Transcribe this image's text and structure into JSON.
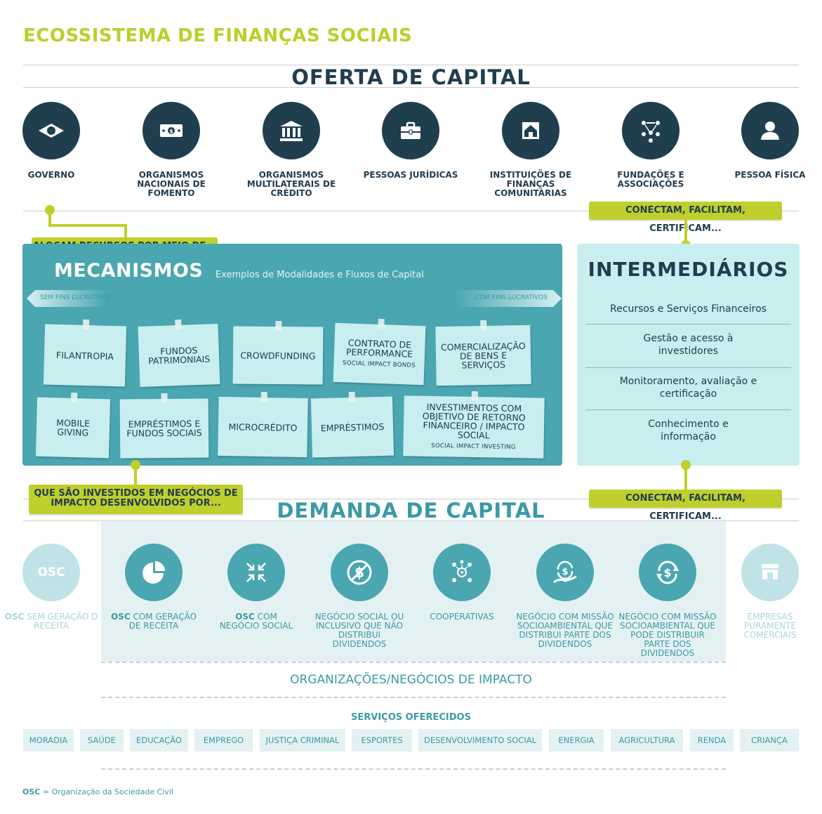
{
  "title": "ECOSSISTEMA DE FINANÇAS SOCIAIS",
  "offer": {
    "title": "OFERTA DE CAPITAL",
    "items": [
      {
        "label": "GOVERNO",
        "icon": "brazil-flag-icon"
      },
      {
        "label": "ORGANISMOS NACIONAIS DE FOMENTO",
        "icon": "money-bill-icon"
      },
      {
        "label": "ORGANISMOS MULTILATERAIS DE CRÉDITO",
        "icon": "bank-building-icon"
      },
      {
        "label": "PESSOAS JURÍDICAS",
        "icon": "briefcase-icon"
      },
      {
        "label": "INSTITUIÇÕES DE FINANÇAS COMUNITÁRIAS",
        "icon": "community-building-icon"
      },
      {
        "label": "FUNDAÇÕES E ASSOCIAÇÕES",
        "icon": "network-people-icon"
      },
      {
        "label": "PESSOA FÍSICA",
        "icon": "person-icon"
      }
    ]
  },
  "callouts": {
    "allocate": "ALOCAM RECURSOS POR MEIO DE...",
    "connect_top": "CONECTAM, FACILITAM, CERTIFICAM...",
    "connect_bottom": "CONECTAM, FACILITAM, CERTIFICAM...",
    "invested": "QUE SÃO INVESTIDOS EM NEGÓCIOS DE IMPACTO DESENVOLVIDOS POR..."
  },
  "mechanisms": {
    "title": "MECANISMOS",
    "subtitle": "Exemplos de Modalidades e Fluxos de Capital",
    "arrow_left": "SEM FINS LUCRATIVOS",
    "arrow_right": "COM FINS LUCRATIVOS",
    "notes": [
      {
        "label": "FILANTROPIA",
        "sub": ""
      },
      {
        "label": "FUNDOS PATRIMONIAIS",
        "sub": ""
      },
      {
        "label": "CROWDFUNDING",
        "sub": ""
      },
      {
        "label": "CONTRATO DE PERFORMANCE",
        "sub": "SOCIAL IMPACT BONDS"
      },
      {
        "label": "COMERCIALIZAÇÃO DE BENS E SERVIÇOS",
        "sub": ""
      },
      {
        "label": "MOBILE GIVING",
        "sub": ""
      },
      {
        "label": "EMPRÉSTIMOS E FUNDOS SOCIAIS",
        "sub": ""
      },
      {
        "label": "MICROCRÉDITO",
        "sub": ""
      },
      {
        "label": "EMPRÉSTIMOS",
        "sub": ""
      },
      {
        "label": "INVESTIMENTOS COM OBJETIVO DE RETORNO FINANCEIRO / IMPACTO SOCIAL",
        "sub": "SOCIAL IMPACT INVESTING"
      }
    ]
  },
  "intermediaries": {
    "title": "INTERMEDIÁRIOS",
    "items": [
      "Recursos e Serviços Financeiros",
      "Gestão e acesso à investidores",
      "Monitoramento, avaliação e certificação",
      "Conhecimento e informação"
    ]
  },
  "demand": {
    "title": "DEMANDA DE CAPITAL",
    "items": [
      {
        "bold": "OSC",
        "rest": "SEM GERAÇÃO D RECEITA",
        "icon": "osc-text-icon",
        "style": "light",
        "circle_text": "OSC"
      },
      {
        "bold": "OSC",
        "rest": "COM GERAÇÃO DE RECEITA",
        "icon": "pie-chart-icon",
        "style": "teal",
        "circle_text": ""
      },
      {
        "bold": "OSC",
        "rest": "COM NEGÓCIO SOCIAL",
        "icon": "arrows-inward-icon",
        "style": "teal",
        "circle_text": ""
      },
      {
        "bold": "",
        "rest": "NEGÓCIO SOCIAL OU INCLUSIVO QUE NÃO DISTRIBUI DIVIDENDOS",
        "icon": "no-dollar-icon",
        "style": "teal",
        "circle_text": ""
      },
      {
        "bold": "",
        "rest": "COOPERATIVAS",
        "icon": "network-target-icon",
        "style": "teal",
        "circle_text": ""
      },
      {
        "bold": "",
        "rest": "NEGÓCIO COM MISSÃO SOCIOAMBIENTAL QUE DISTRIBUI PARTE DOS DIVIDENDOS",
        "icon": "dollar-hand-icon",
        "style": "teal",
        "circle_text": ""
      },
      {
        "bold": "",
        "rest": "NEGÓCIO COM MISSÃO SOCIOAMBIENTAL QUE PODE DISTRIBUIR PARTE DOS DIVIDENDOS",
        "icon": "dollar-cycle-icon",
        "style": "teal",
        "circle_text": ""
      },
      {
        "bold": "",
        "rest": "EMPRESAS PURAMENTE COMERCIAIS",
        "icon": "storefront-icon",
        "style": "light",
        "circle_text": ""
      }
    ],
    "org_label": "ORGANIZAÇÕES/NEGÓCIOS DE IMPACTO"
  },
  "services": {
    "title": "SERVIÇOS OFERECIDOS",
    "items": [
      "MORADIA",
      "SAÚDE",
      "EDUCAÇÃO",
      "EMPREGO",
      "JUSTIÇA CRIMINAL",
      "ESPORTES",
      "DESENVOLVIMENTO SOCIAL",
      "ENERGIA",
      "AGRICULTURA",
      "RENDA",
      "CRIANÇA"
    ]
  },
  "footnote": {
    "bold": "OSC",
    "text": "= Organização da Sociedade Civil"
  },
  "colors": {
    "lime": "#bfcf2c",
    "navy": "#1f3e4e",
    "teal": "#4aa6b1",
    "light_teal": "#c9eef0",
    "pale": "#e4f1f2"
  }
}
